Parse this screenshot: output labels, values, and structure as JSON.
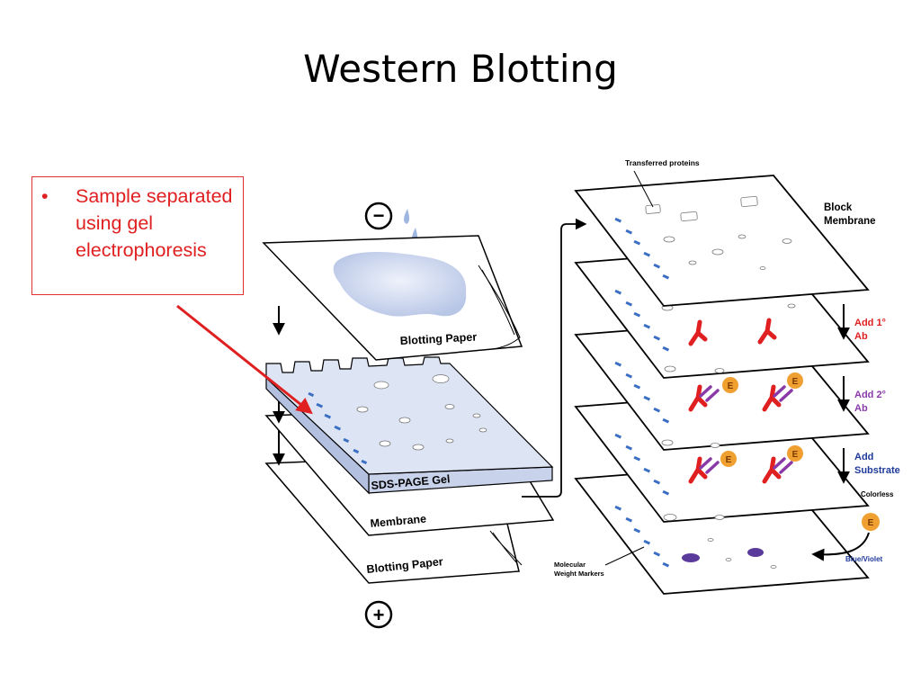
{
  "slide": {
    "title": "Western Blotting"
  },
  "note": {
    "bullet": "Sample separated using gel electrophoresis"
  },
  "labels": {
    "minus": "−",
    "plus": "+",
    "blotting_paper_top": "Blotting Paper",
    "sds_page_gel": "SDS-PAGE Gel",
    "membrane": "Membrane",
    "blotting_paper_bottom": "Blotting Paper",
    "transferred_proteins": "Transferred proteins",
    "block_line1": "Block",
    "block_line2": "Membrane",
    "add1_line1": "Add 1°",
    "add1_line2": "Ab",
    "add2_line1": "Add 2°",
    "add2_line2": "Ab",
    "substrate_line1": "Add",
    "substrate_line2": "Substrate",
    "colorless": "Colorless",
    "blue_violet": "Blue/Violet",
    "mw_line1": "Molecular",
    "mw_line2": "Weight Markers",
    "enzyme": "E"
  },
  "colors": {
    "red_text": "#e02020",
    "primary_ab": "#e02020",
    "secondary_ab": "#8a3aa8",
    "substrate_blue": "#1f3a9a",
    "enzyme_orange": "#f0a030",
    "band_blue": "#3a6fc4",
    "gel_fill": "#dde4f4",
    "product_violet": "#5a3a9a"
  }
}
